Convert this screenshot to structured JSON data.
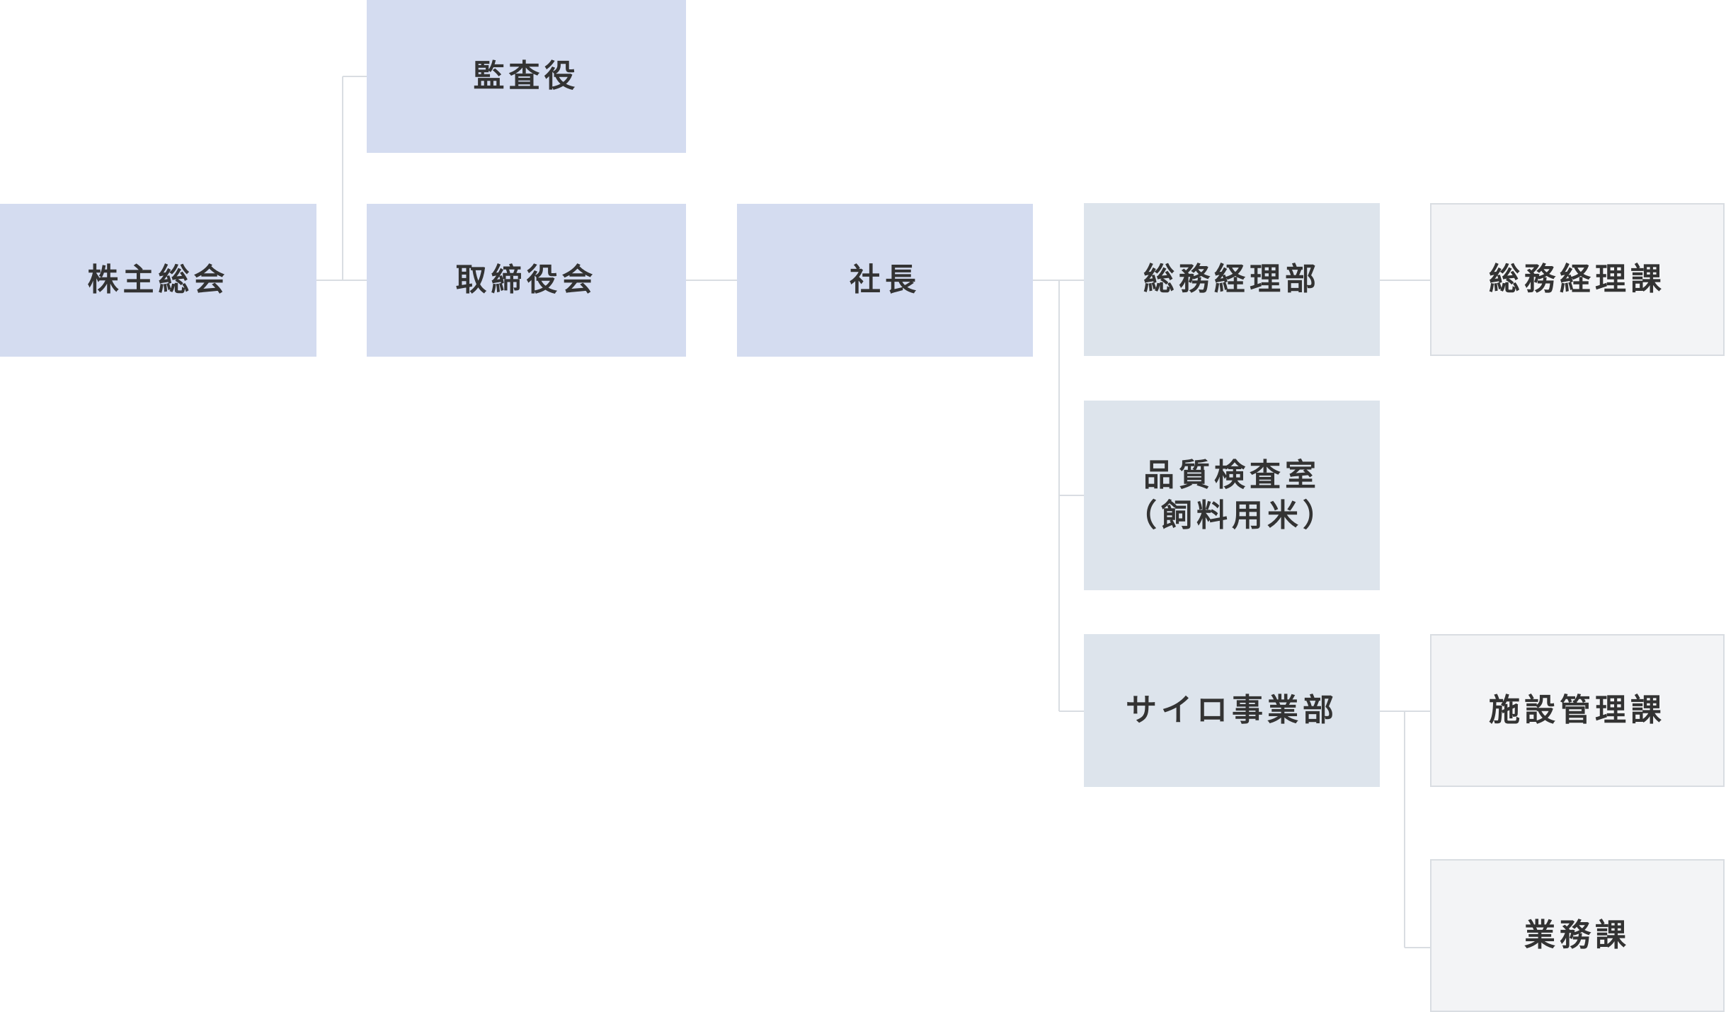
{
  "org_chart": {
    "shareholders_meeting": "株主総会",
    "auditor": "監査役",
    "board_of_directors": "取締役会",
    "president": "社長",
    "general_affairs_dept": "総務経理部",
    "quality_inspection_room": {
      "line1": "品質検査室",
      "line2": "（飼料用米）"
    },
    "silo_business_dept": "サイロ事業部",
    "general_affairs_section": "総務経理課",
    "facility_management_section": "施設管理課",
    "operations_section": "業務課"
  },
  "colors": {
    "top_level_fill": "#d4dcf0",
    "department_fill": "#dde4ec",
    "section_fill": "#f3f4f6",
    "connector": "#d9dde2",
    "text": "#333333"
  }
}
